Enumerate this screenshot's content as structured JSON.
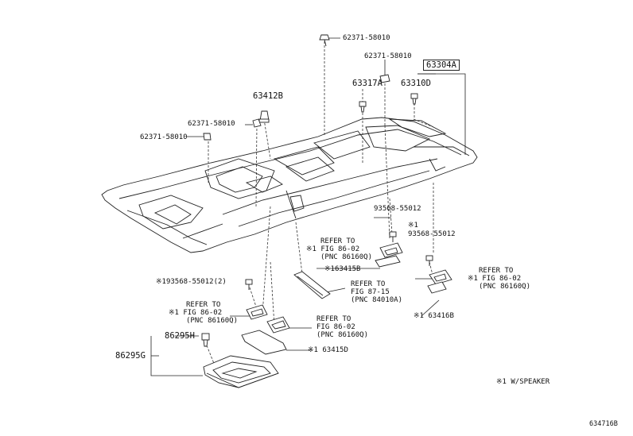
{
  "labels": {
    "p62371_top": "62371-58010",
    "p62371_mid": "62371-58010",
    "p63304A": "63304A",
    "p63317A": "63317A",
    "p63310D": "63310D",
    "p63412B": "63412B",
    "p62371_left1": "62371-58010",
    "p62371_left2": "62371-58010",
    "p93568_a": "93568-55012",
    "p93568_b_mark": "※1",
    "p93568_b": "93568-55012",
    "p63415B": "※163415B",
    "p93568_left": "※193568-55012(2)",
    "p86295H": "86295H",
    "p86295G": "86295G",
    "p63416B": "※1 63416B",
    "p63415D": "※1 63415D",
    "footnote": "※1 W/SPEAKER",
    "figure_id": "634716B"
  },
  "refs": {
    "ref_center": [
      "REFER TO",
      "※1 FIG 86-02",
      "(PNC 86160Q)"
    ],
    "ref_right": [
      "REFER TO",
      "※1 FIG 86-02",
      "(PNC 86160Q)"
    ],
    "ref_left": [
      "REFER TO",
      "※1 FIG 86-02",
      "(PNC 86160Q)"
    ],
    "ref_bottom": [
      "REFER TO",
      "FIG 86-02",
      "(PNC 86160Q)"
    ],
    "ref_87": [
      "REFER TO",
      "FIG 87-15",
      "(PNC 84010A)"
    ]
  }
}
